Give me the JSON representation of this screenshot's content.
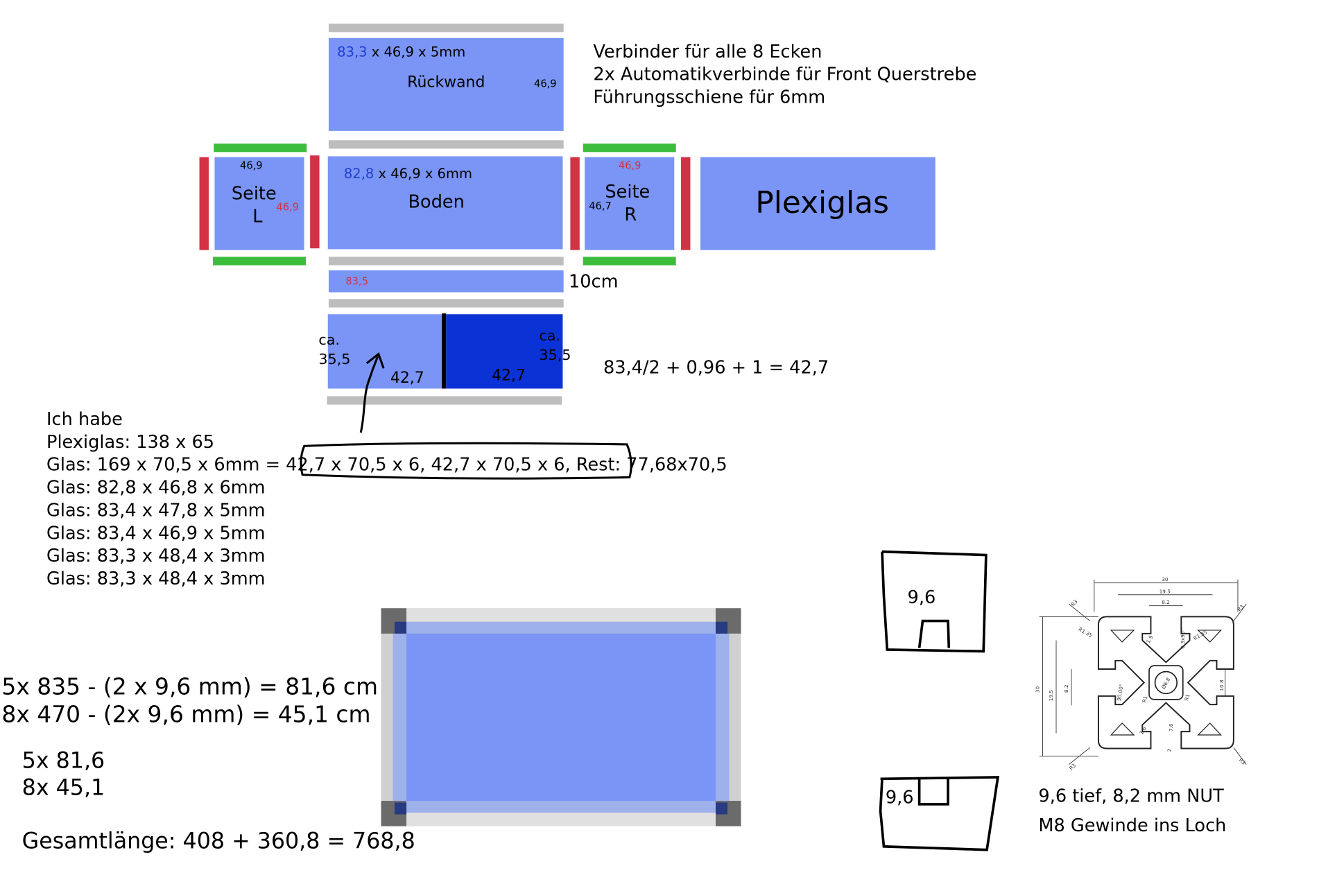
{
  "notes": {
    "lines": [
      "Verbinder für alle 8 Ecken",
      "2x Automatikverbinde für Front Querstrebe",
      "Führungsschiene für 6mm"
    ]
  },
  "panels": {
    "rueckwand": {
      "dim_blue": "83,3",
      "dim_rest": " x 46,9 x 5mm",
      "label": "Rückwand",
      "side_dim": "46,9"
    },
    "boden": {
      "dim_blue": "82,8",
      "dim_rest": " x 46,9 x 6mm",
      "label": "Boden"
    },
    "seite_l": {
      "label_1": "Seite",
      "label_2": "L",
      "top_dim": "46,9",
      "side_dim": "46,9"
    },
    "seite_r": {
      "label_1": "Seite",
      "label_2": "R",
      "top_dim": "46,9",
      "side_dim": "46,7"
    },
    "plexiglas": {
      "label": "Plexiglas"
    },
    "front_strip": {
      "dim": "83,5",
      "height_label": "10cm"
    },
    "doors": {
      "left_ca": "ca.",
      "left_ca_val": "35,5",
      "left_width": "42,7",
      "right_ca": "ca.",
      "right_ca_val": "35,5",
      "right_width": "42,7",
      "formula": "83,4/2 + 0,96 + 1 = 42,7"
    }
  },
  "inventory": {
    "lines": [
      "Ich habe",
      "Plexiglas: 138 x 65",
      "Glas: 169 x 70,5 x 6mm = 42,7 x 70,5 x 6,  42,7 x 70,5 x 6, Rest: 77,68x70,5",
      "Glas: 82,8 x 46,8 x 6mm",
      "Glas: 83,4 x 47,8 x 5mm",
      "Glas: 83,4 x 46,9 x 5mm",
      "Glas: 83,3 x 48,4 x 3mm",
      "Glas: 83,3 x 48,4 x 3mm"
    ]
  },
  "calc": {
    "lines": [
      "5x 835 - (2 x 9,6 mm) = 81,6 cm",
      "8x 470 - (2x 9,6 mm) = 45,1 cm"
    ],
    "summary": [
      "5x  81,6",
      "8x  45,1"
    ],
    "total": "Gesamtlänge: 408 + 360,8 = 768,8"
  },
  "profile": {
    "sketch_top_label": "9,6",
    "sketch_bottom_label": "9,6",
    "note_1": "9,6 tief, 8,2 mm NUT",
    "note_2": "M8 Gewinde ins Loch",
    "dims": {
      "width": "30",
      "inner": "19.5",
      "slot": "8.2",
      "r3": "R3",
      "r135": "R1.35",
      "d19": "1.9",
      "ang": "0.3x90°",
      "height": "30",
      "h195": "19.5",
      "h82": "8.2",
      "a90": "90.00°",
      "d68": "Ø6.8",
      "r1": "R1",
      "r1b": "R1",
      "h108": "10.8",
      "h76": "7.6",
      "d16": "1.6",
      "d2": "2"
    }
  },
  "colors": {
    "panel": "#7a95f5",
    "door_dark": "#0b32d4",
    "rail": "#bdbdbd",
    "green_rail": "#3bbd3b",
    "red_rail": "#d23244",
    "dim_blue": "#1e3fcf"
  }
}
